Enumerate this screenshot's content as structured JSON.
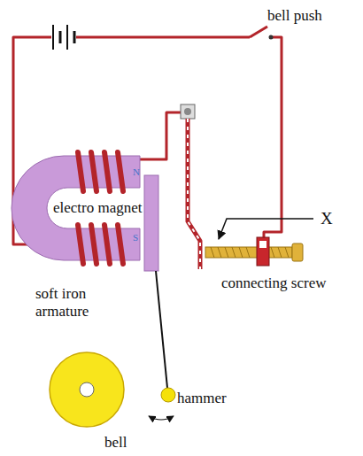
{
  "diagram": {
    "labels": [
      "bell push",
      "N",
      "electro magnet",
      "S",
      "X",
      "connecting screw",
      "soft iron armature",
      "hammer",
      "bell"
    ]
  }
}
